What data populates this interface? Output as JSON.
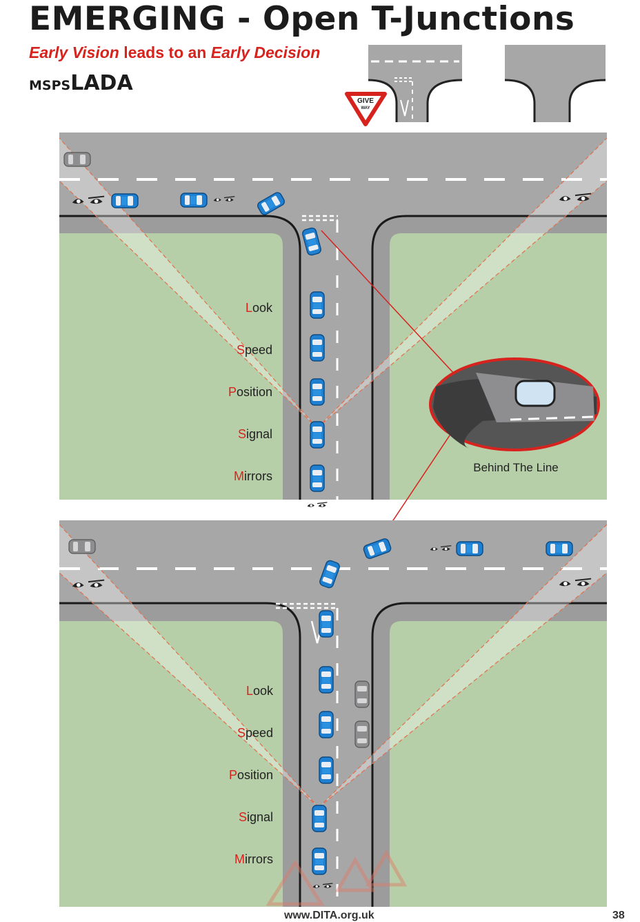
{
  "title": "EMERGING - Open T-Junctions",
  "subtitle": {
    "part1": "Early Vision",
    "part2": " leads to an ",
    "part3": "Early Decision"
  },
  "acronym": {
    "small": "MSPS",
    "big": "LADA"
  },
  "give_way_sign": {
    "line1": "GIVE",
    "line2": "WAY"
  },
  "steps_top": [
    {
      "first": "L",
      "rest": "ook"
    },
    {
      "first": "S",
      "rest": "peed"
    },
    {
      "first": "P",
      "rest": "osition"
    },
    {
      "first": "S",
      "rest": "ignal"
    },
    {
      "first": "M",
      "rest": "irrors"
    }
  ],
  "steps_bottom": [
    {
      "first": "L",
      "rest": "ook"
    },
    {
      "first": "S",
      "rest": "peed"
    },
    {
      "first": "P",
      "rest": "osition"
    },
    {
      "first": "S",
      "rest": "ignal"
    },
    {
      "first": "M",
      "rest": "irrors"
    }
  ],
  "callout_label": "Behind The Line",
  "footer": {
    "url": "www.DITA.org.uk",
    "page": "38"
  },
  "colors": {
    "road": "#a7a7a8",
    "grass": "#b7cfa8",
    "car": "#1f7fd0",
    "accent_red": "#d6231e",
    "white_line": "#ffffff"
  }
}
